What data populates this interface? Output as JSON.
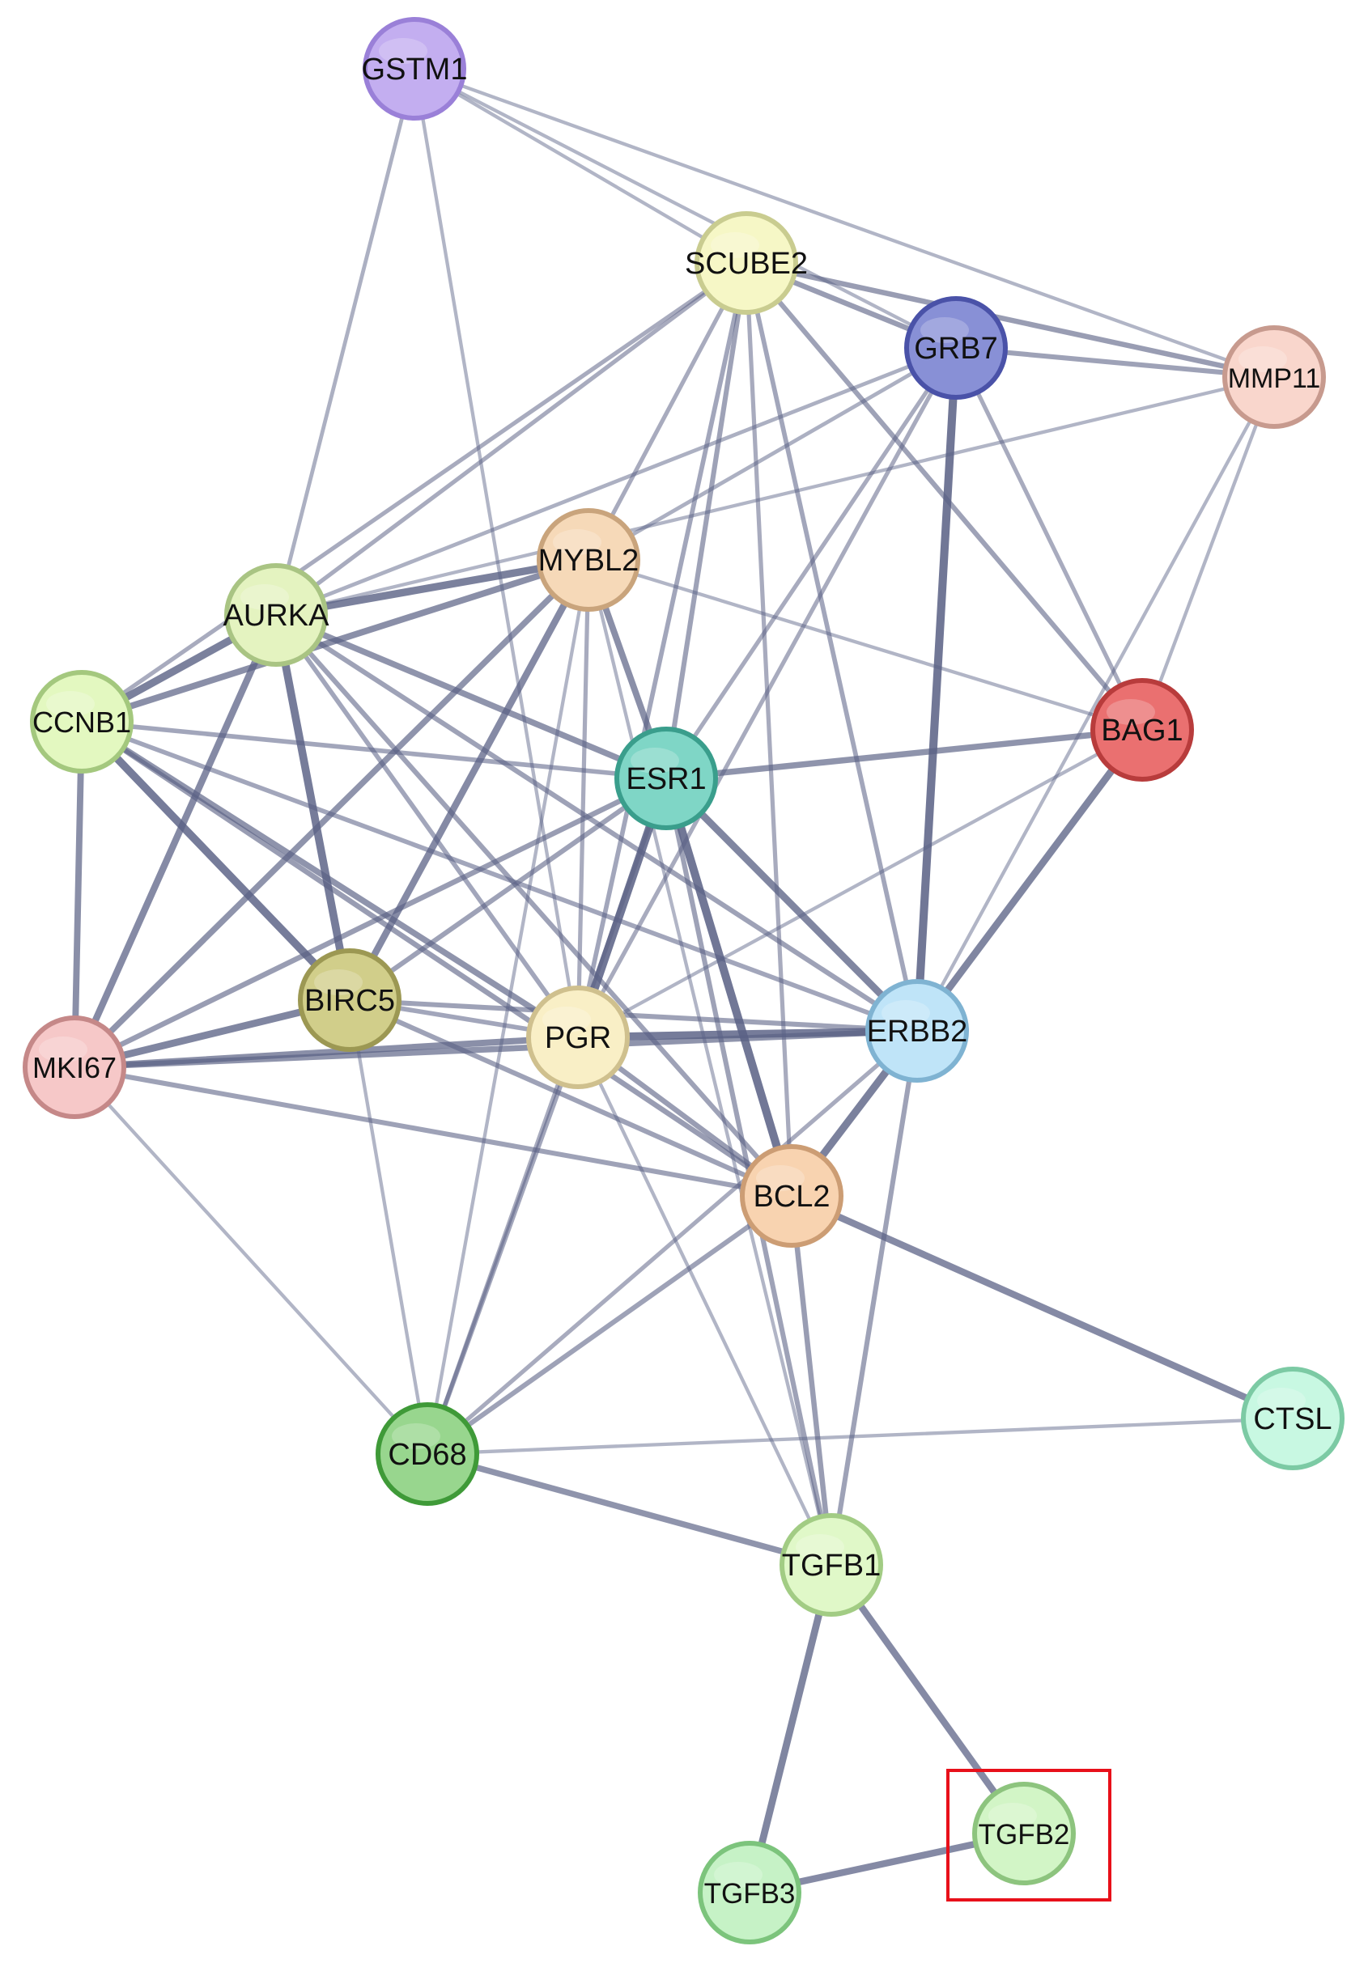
{
  "colors": {
    "edge": "#5a6185",
    "highlight_box": "#e8101a"
  },
  "highlighted_node": "TGFB2",
  "nodes": [
    {
      "id": "GSTM1",
      "label": "GSTM1",
      "fill": "#c3aef0",
      "stroke": "#9a80d8"
    },
    {
      "id": "SCUBE2",
      "label": "SCUBE2",
      "fill": "#f6f7c6",
      "stroke": "#c9cc90"
    },
    {
      "id": "GRB7",
      "label": "GRB7",
      "fill": "#8890d6",
      "stroke": "#4a52a8"
    },
    {
      "id": "MMP11",
      "label": "MMP11",
      "fill": "#f9d6cc",
      "stroke": "#c79a8e"
    },
    {
      "id": "MYBL2",
      "label": "MYBL2",
      "fill": "#f6d9b8",
      "stroke": "#c9a47c"
    },
    {
      "id": "AURKA",
      "label": "AURKA",
      "fill": "#e4f3c0",
      "stroke": "#a9c483"
    },
    {
      "id": "CCNB1",
      "label": "CCNB1",
      "fill": "#e3f8c0",
      "stroke": "#a4c87e"
    },
    {
      "id": "BAG1",
      "label": "BAG1",
      "fill": "#ea7070",
      "stroke": "#b83c3c"
    },
    {
      "id": "ESR1",
      "label": "ESR1",
      "fill": "#7fd6c6",
      "stroke": "#3a9e8c"
    },
    {
      "id": "BIRC5",
      "label": "BIRC5",
      "fill": "#d1ce8a",
      "stroke": "#9c9853"
    },
    {
      "id": "PGR",
      "label": "PGR",
      "fill": "#f9efc6",
      "stroke": "#cfc08e"
    },
    {
      "id": "ERBB2",
      "label": "ERBB2",
      "fill": "#bfe4f8",
      "stroke": "#7fb3d2"
    },
    {
      "id": "MKI67",
      "label": "MKI67",
      "fill": "#f6c8c8",
      "stroke": "#c58888"
    },
    {
      "id": "BCL2",
      "label": "BCL2",
      "fill": "#f8d3b0",
      "stroke": "#cc9d74"
    },
    {
      "id": "CTSL",
      "label": "CTSL",
      "fill": "#c8f8e2",
      "stroke": "#7ccaa4"
    },
    {
      "id": "CD68",
      "label": "CD68",
      "fill": "#98d68e",
      "stroke": "#3f9a38"
    },
    {
      "id": "TGFB1",
      "label": "TGFB1",
      "fill": "#e0f8c8",
      "stroke": "#a2cc84"
    },
    {
      "id": "TGFB2",
      "label": "TGFB2",
      "fill": "#d2f5c6",
      "stroke": "#8dc47e"
    },
    {
      "id": "TGFB3",
      "label": "TGFB3",
      "fill": "#c6f2c6",
      "stroke": "#7cc47c"
    }
  ],
  "edges": [
    {
      "source": "GSTM1",
      "target": "SCUBE2",
      "weight": 0.2
    },
    {
      "source": "GSTM1",
      "target": "GRB7",
      "weight": 0.2
    },
    {
      "source": "GSTM1",
      "target": "MMP11",
      "weight": 0.2
    },
    {
      "source": "GSTM1",
      "target": "AURKA",
      "weight": 0.25
    },
    {
      "source": "GSTM1",
      "target": "PGR",
      "weight": 0.2
    },
    {
      "source": "SCUBE2",
      "target": "GRB7",
      "weight": 0.45
    },
    {
      "source": "SCUBE2",
      "target": "MMP11",
      "weight": 0.45
    },
    {
      "source": "SCUBE2",
      "target": "AURKA",
      "weight": 0.3
    },
    {
      "source": "SCUBE2",
      "target": "CCNB1",
      "weight": 0.3
    },
    {
      "source": "SCUBE2",
      "target": "MYBL2",
      "weight": 0.3
    },
    {
      "source": "SCUBE2",
      "target": "ESR1",
      "weight": 0.4
    },
    {
      "source": "SCUBE2",
      "target": "PGR",
      "weight": 0.35
    },
    {
      "source": "SCUBE2",
      "target": "ERBB2",
      "weight": 0.35
    },
    {
      "source": "SCUBE2",
      "target": "BAG1",
      "weight": 0.4
    },
    {
      "source": "SCUBE2",
      "target": "BCL2",
      "weight": 0.3
    },
    {
      "source": "GRB7",
      "target": "MMP11",
      "weight": 0.4
    },
    {
      "source": "GRB7",
      "target": "ERBB2",
      "weight": 0.85
    },
    {
      "source": "GRB7",
      "target": "AURKA",
      "weight": 0.25
    },
    {
      "source": "GRB7",
      "target": "MYBL2",
      "weight": 0.25
    },
    {
      "source": "GRB7",
      "target": "ESR1",
      "weight": 0.3
    },
    {
      "source": "GRB7",
      "target": "PGR",
      "weight": 0.3
    },
    {
      "source": "GRB7",
      "target": "BAG1",
      "weight": 0.3
    },
    {
      "source": "MMP11",
      "target": "ERBB2",
      "weight": 0.2
    },
    {
      "source": "MMP11",
      "target": "BAG1",
      "weight": 0.2
    },
    {
      "source": "MMP11",
      "target": "AURKA",
      "weight": 0.2
    },
    {
      "source": "MYBL2",
      "target": "AURKA",
      "weight": 0.75
    },
    {
      "source": "MYBL2",
      "target": "CCNB1",
      "weight": 0.6
    },
    {
      "source": "MYBL2",
      "target": "ESR1",
      "weight": 0.6
    },
    {
      "source": "MYBL2",
      "target": "BIRC5",
      "weight": 0.65
    },
    {
      "source": "MYBL2",
      "target": "MKI67",
      "weight": 0.55
    },
    {
      "source": "MYBL2",
      "target": "PGR",
      "weight": 0.3
    },
    {
      "source": "MYBL2",
      "target": "BAG1",
      "weight": 0.2
    },
    {
      "source": "MYBL2",
      "target": "CD68",
      "weight": 0.2
    },
    {
      "source": "MYBL2",
      "target": "TGFB1",
      "weight": 0.2
    },
    {
      "source": "AURKA",
      "target": "CCNB1",
      "weight": 0.75
    },
    {
      "source": "AURKA",
      "target": "BIRC5",
      "weight": 0.8
    },
    {
      "source": "AURKA",
      "target": "MKI67",
      "weight": 0.65
    },
    {
      "source": "AURKA",
      "target": "ESR1",
      "weight": 0.55
    },
    {
      "source": "AURKA",
      "target": "ERBB2",
      "weight": 0.4
    },
    {
      "source": "AURKA",
      "target": "PGR",
      "weight": 0.35
    },
    {
      "source": "AURKA",
      "target": "BCL2",
      "weight": 0.4
    },
    {
      "source": "CCNB1",
      "target": "BIRC5",
      "weight": 0.8
    },
    {
      "source": "CCNB1",
      "target": "MKI67",
      "weight": 0.6
    },
    {
      "source": "CCNB1",
      "target": "ESR1",
      "weight": 0.35
    },
    {
      "source": "CCNB1",
      "target": "PGR",
      "weight": 0.55
    },
    {
      "source": "CCNB1",
      "target": "ERBB2",
      "weight": 0.35
    },
    {
      "source": "CCNB1",
      "target": "BCL2",
      "weight": 0.45
    },
    {
      "source": "ESR1",
      "target": "BAG1",
      "weight": 0.55
    },
    {
      "source": "ESR1",
      "target": "PGR",
      "weight": 0.85
    },
    {
      "source": "ESR1",
      "target": "ERBB2",
      "weight": 0.7
    },
    {
      "source": "ESR1",
      "target": "BCL2",
      "weight": 0.85
    },
    {
      "source": "ESR1",
      "target": "MKI67",
      "weight": 0.45
    },
    {
      "source": "ESR1",
      "target": "BIRC5",
      "weight": 0.4
    },
    {
      "source": "ESR1",
      "target": "CD68",
      "weight": 0.3
    },
    {
      "source": "ESR1",
      "target": "TGFB1",
      "weight": 0.4
    },
    {
      "source": "BAG1",
      "target": "ERBB2",
      "weight": 0.7
    },
    {
      "source": "BAG1",
      "target": "PGR",
      "weight": 0.2
    },
    {
      "source": "BIRC5",
      "target": "MKI67",
      "weight": 0.7
    },
    {
      "source": "BIRC5",
      "target": "PGR",
      "weight": 0.35
    },
    {
      "source": "BIRC5",
      "target": "ERBB2",
      "weight": 0.4
    },
    {
      "source": "BIRC5",
      "target": "BCL2",
      "weight": 0.4
    },
    {
      "source": "BIRC5",
      "target": "CD68",
      "weight": 0.2
    },
    {
      "source": "PGR",
      "target": "ERBB2",
      "weight": 0.8
    },
    {
      "source": "PGR",
      "target": "BCL2",
      "weight": 0.45
    },
    {
      "source": "PGR",
      "target": "MKI67",
      "weight": 0.6
    },
    {
      "source": "PGR",
      "target": "CD68",
      "weight": 0.35
    },
    {
      "source": "PGR",
      "target": "TGFB1",
      "weight": 0.2
    },
    {
      "source": "ERBB2",
      "target": "BCL2",
      "weight": 0.75
    },
    {
      "source": "ERBB2",
      "target": "MKI67",
      "weight": 0.55
    },
    {
      "source": "ERBB2",
      "target": "TGFB1",
      "weight": 0.4
    },
    {
      "source": "ERBB2",
      "target": "CD68",
      "weight": 0.3
    },
    {
      "source": "MKI67",
      "target": "BCL2",
      "weight": 0.4
    },
    {
      "source": "MKI67",
      "target": "CD68",
      "weight": 0.2
    },
    {
      "source": "BCL2",
      "target": "CTSL",
      "weight": 0.65
    },
    {
      "source": "BCL2",
      "target": "CD68",
      "weight": 0.4
    },
    {
      "source": "BCL2",
      "target": "TGFB1",
      "weight": 0.45
    },
    {
      "source": "CD68",
      "target": "CTSL",
      "weight": 0.2
    },
    {
      "source": "CD68",
      "target": "TGFB1",
      "weight": 0.55
    },
    {
      "source": "TGFB1",
      "target": "TGFB2",
      "weight": 0.65
    },
    {
      "source": "TGFB1",
      "target": "TGFB3",
      "weight": 0.7
    },
    {
      "source": "TGFB2",
      "target": "TGFB3",
      "weight": 0.65
    }
  ]
}
